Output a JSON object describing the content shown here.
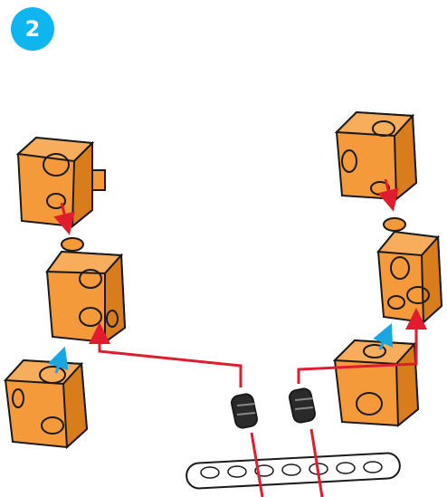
{
  "step": {
    "number": "2"
  },
  "colors": {
    "badge": "#0fb5ee",
    "cube": "#f49a3a",
    "cube_shade": "#d97c1c",
    "outline": "#1a1a1a",
    "arrow_red": "#e01c2e",
    "arrow_blue": "#1aa6e0",
    "connector": "#2a2a2a",
    "beam": "#ffffff"
  },
  "icons": [
    "cube-block",
    "axle-connector",
    "beam-bar",
    "red-guide-arrow",
    "blue-push-arrow"
  ]
}
